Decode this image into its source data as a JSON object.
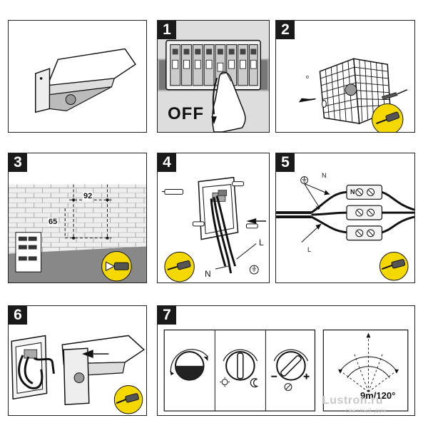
{
  "steps": {
    "s1": {
      "number": "1",
      "text": "OFF"
    },
    "s2": {
      "number": "2"
    },
    "s3": {
      "number": "3",
      "dim_width": "92",
      "dim_height": "65"
    },
    "s4": {
      "number": "4",
      "label_l": "L",
      "label_n": "N"
    },
    "s5": {
      "number": "5",
      "label_n": "N",
      "label_l": "L",
      "terminal_n": "N"
    },
    "s6": {
      "number": "6"
    },
    "s7": {
      "number": "7",
      "range": "9m/120°"
    }
  },
  "watermark": {
    "brand": "Lustron.ru",
    "sub": "светлый дом"
  }
}
